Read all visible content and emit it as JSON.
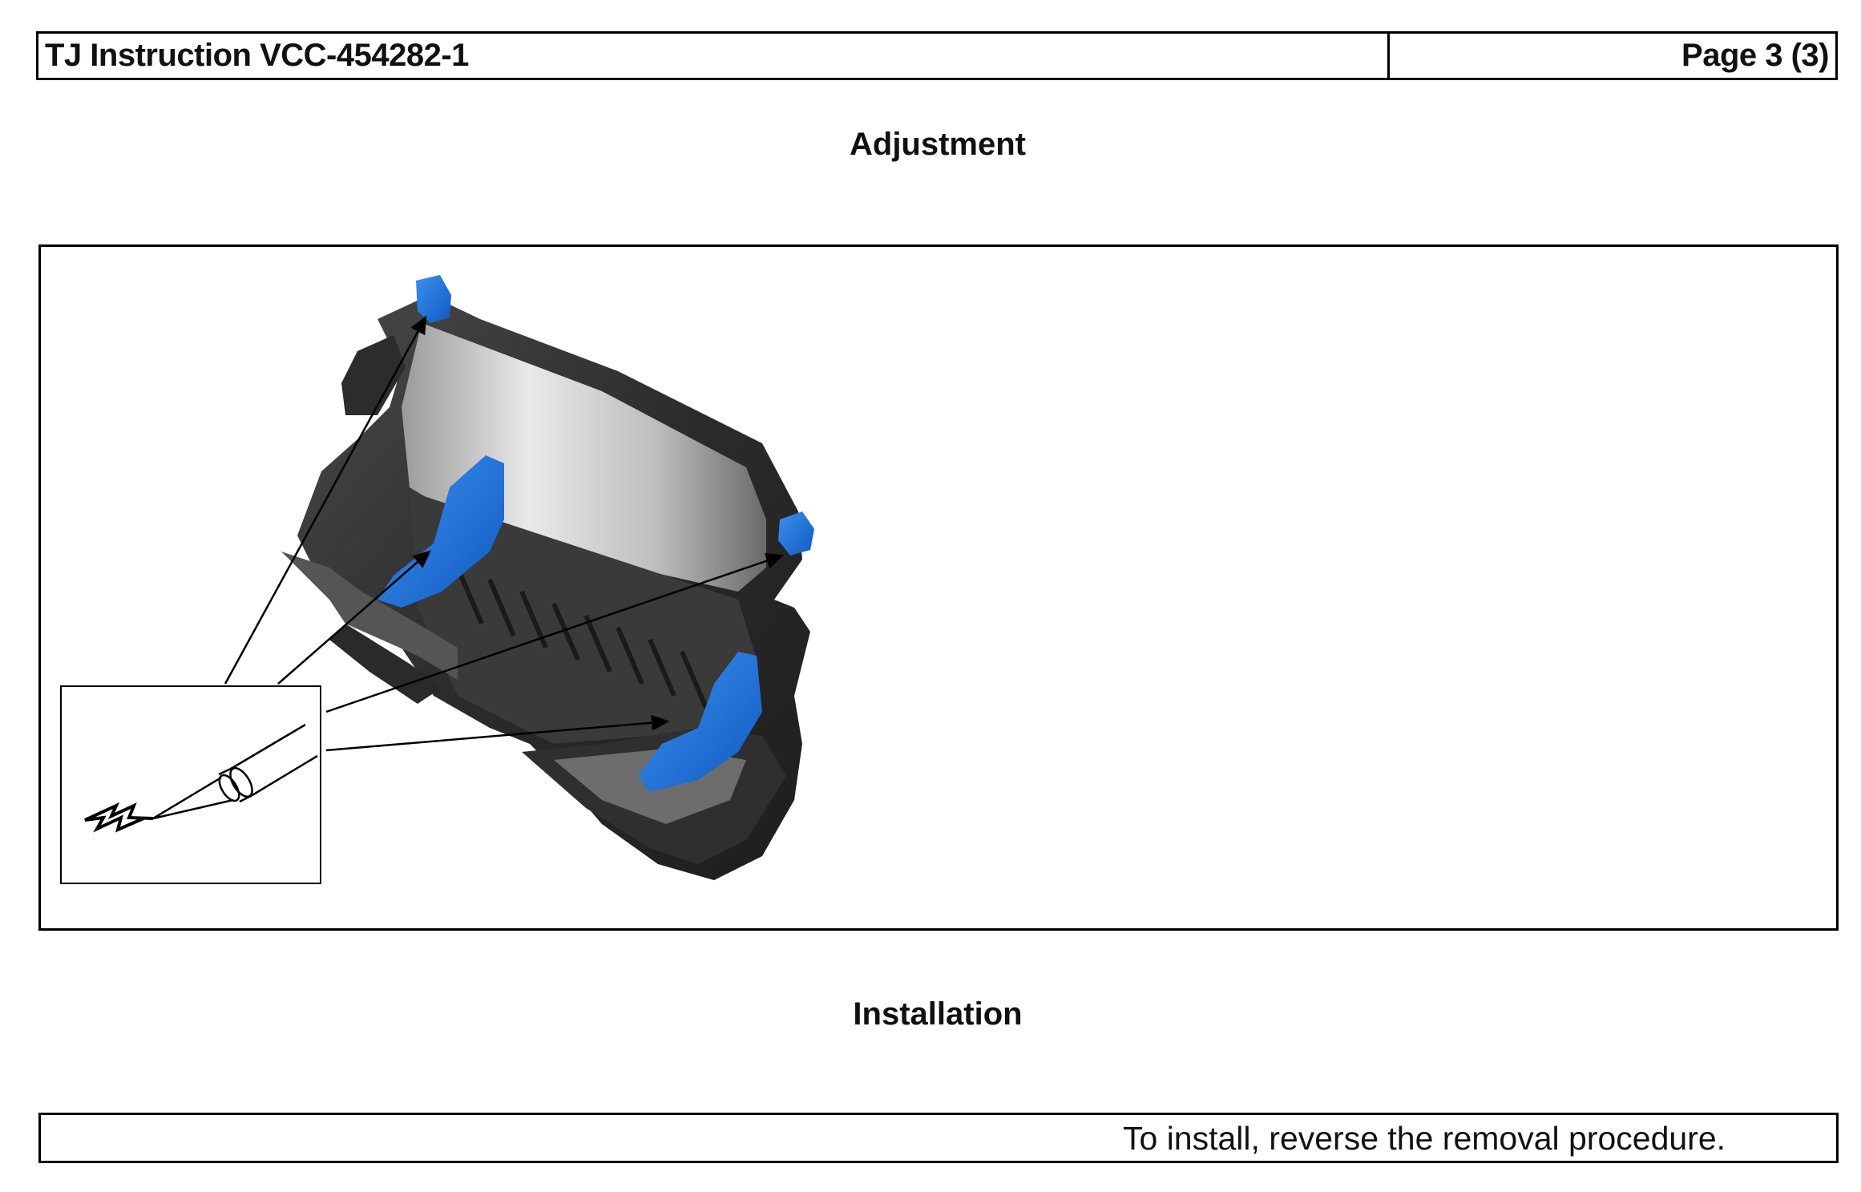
{
  "header": {
    "title": "TJ Instruction VCC-454282-1",
    "page": "Page 3 (3)"
  },
  "sections": {
    "adjustment_title": "Adjustment",
    "installation_title": "Installation"
  },
  "installation": {
    "text": "To install, reverse the removal procedure."
  },
  "figure": {
    "subject": "steering-column-cover-part",
    "highlight_color": "#1a6ed8",
    "part_color": "#3a3a3a",
    "inset_tool_icon": "soldering-iron-icon",
    "arrow_count": 4
  }
}
